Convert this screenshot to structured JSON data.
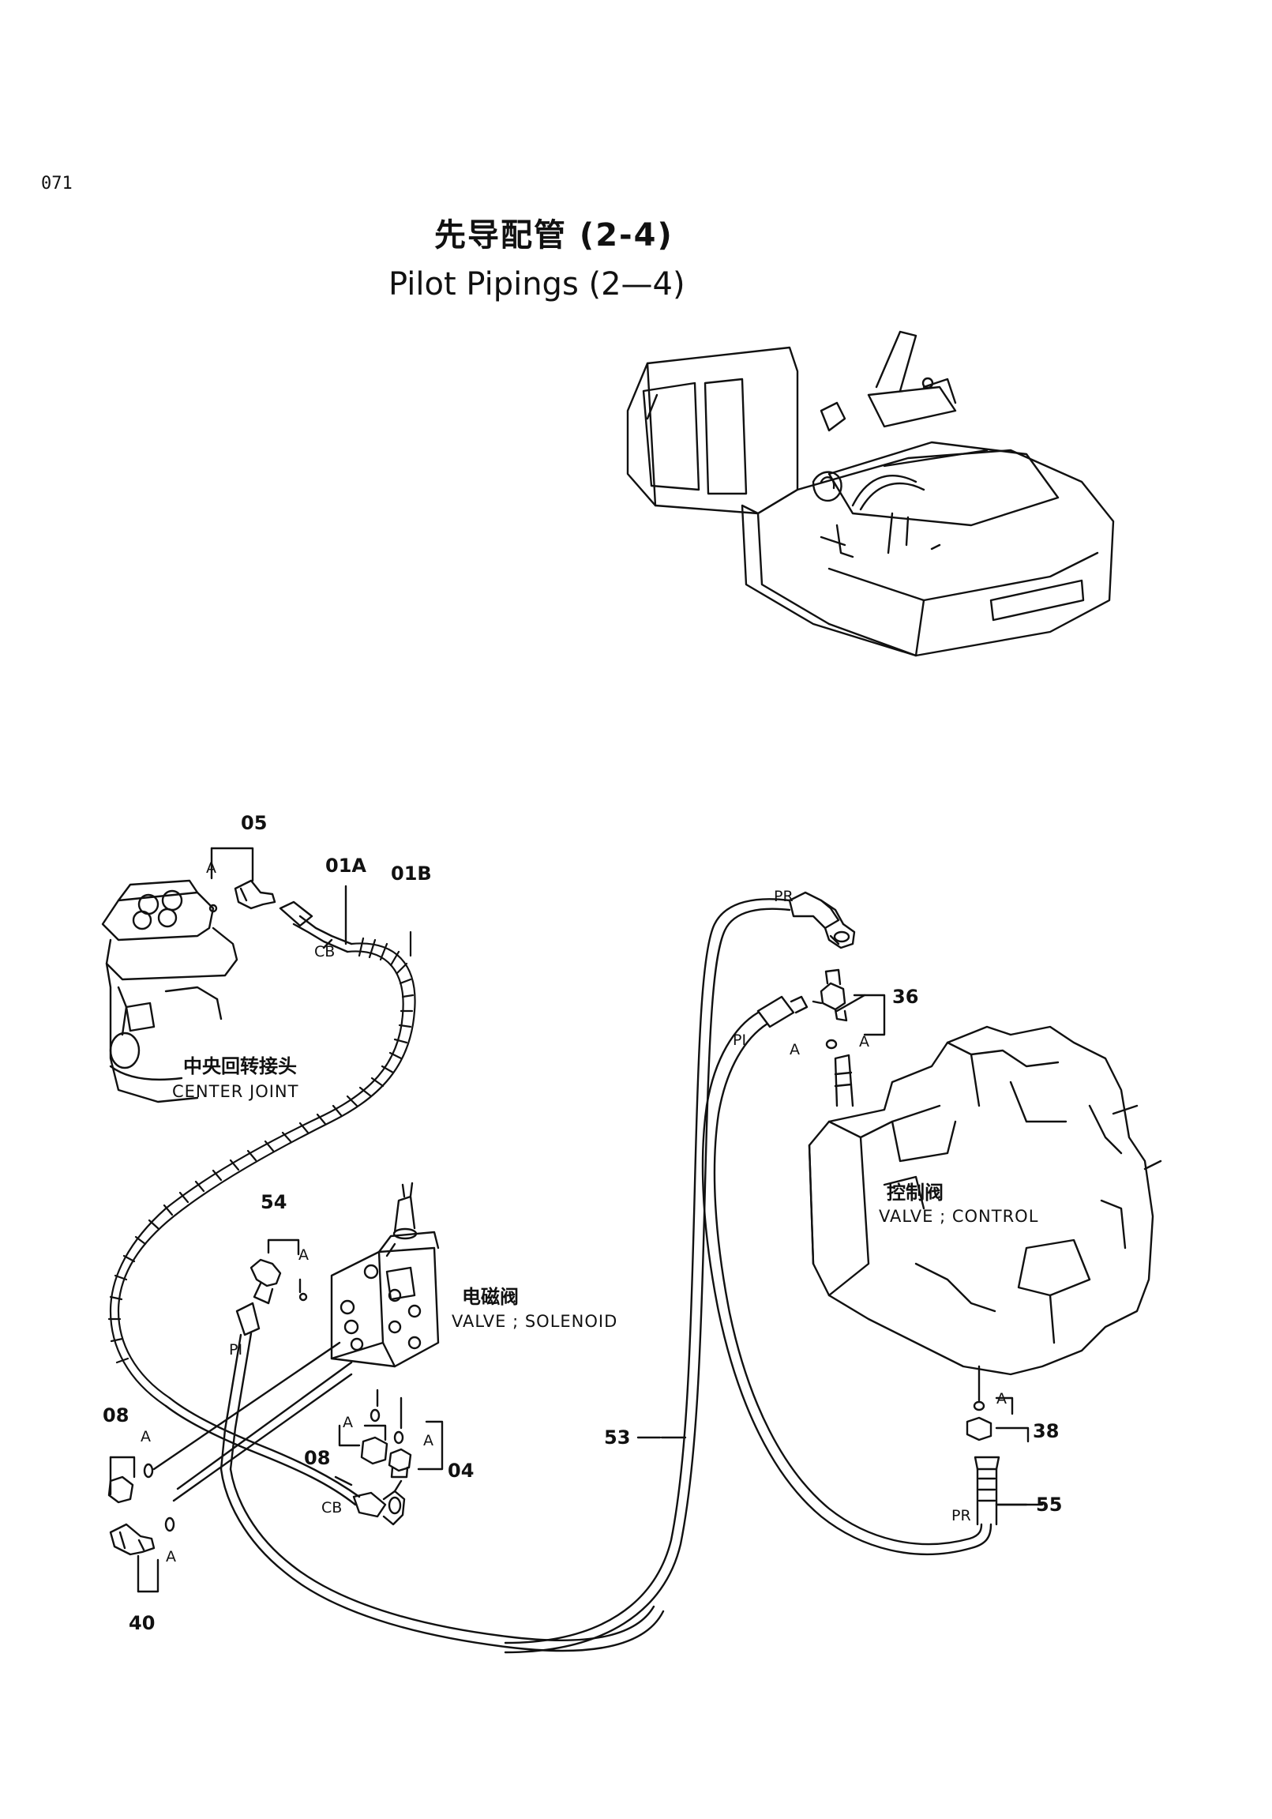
{
  "page_number": "071",
  "title": {
    "cn": "先导配管 (2-4)",
    "en": "Pilot Pipings (2—4)"
  },
  "components": {
    "center_joint": {
      "cn": "中央回转接头",
      "en": "CENTER JOINT"
    },
    "solenoid_valve": {
      "cn": "电磁阀",
      "en": "VALVE ; SOLENOID"
    },
    "control_valve": {
      "cn": "控制阀",
      "en": "VALVE ; CONTROL"
    }
  },
  "callouts": {
    "p05": "05",
    "p01a": "01A",
    "p01b": "01B",
    "p54": "54",
    "p08a": "08",
    "p08b": "08",
    "p04": "04",
    "p40": "40",
    "p53": "53",
    "p36": "36",
    "p38": "38",
    "p55": "55"
  },
  "port_labels": {
    "a1": "A",
    "a2": "A",
    "a3": "A",
    "a4": "A",
    "a5": "A",
    "a6": "A",
    "a7": "A",
    "a8": "A",
    "a9": "A",
    "cb1": "CB",
    "cb2": "CB",
    "pi1": "PI",
    "pi2": "PI",
    "pr1": "PR",
    "pr2": "PR"
  }
}
